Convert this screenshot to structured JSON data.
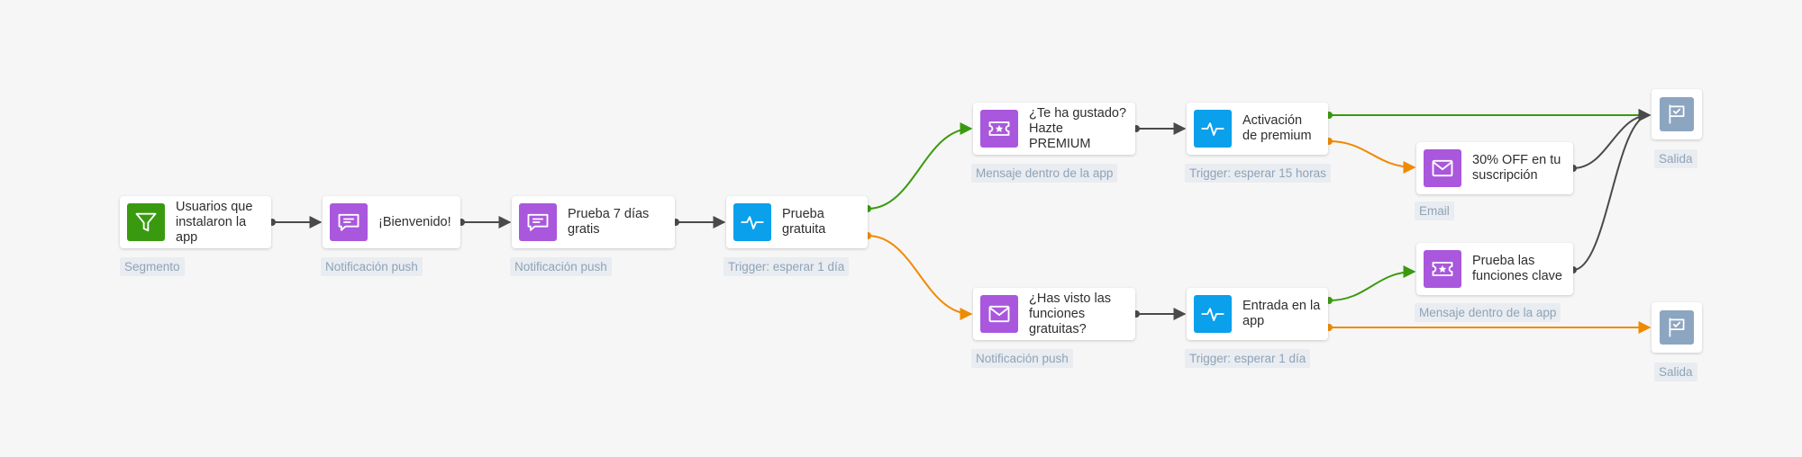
{
  "colors": {
    "segment": "#3a9a0f",
    "message": "#a957dd",
    "trigger": "#0aa0ec",
    "exit": "#8ca5c0",
    "edge_default": "#4a4a4a",
    "edge_yes": "#3a9a0f",
    "edge_no": "#f08a00",
    "canvas": "#f6f6f6"
  },
  "nodes": {
    "segment": {
      "icon": "funnel-icon",
      "label": "Usuarios que\ninstalaron la\napp",
      "caption": "Segmento"
    },
    "welcome": {
      "icon": "chat-icon",
      "label": "¡Bienvenido!",
      "caption": "Notificación push"
    },
    "trial7": {
      "icon": "chat-icon",
      "label": "Prueba 7 días\ngratis",
      "caption": "Notificación push"
    },
    "trial": {
      "icon": "pulse-icon",
      "label": "Prueba\ngratuita",
      "caption": "Trigger: esperar 1 día"
    },
    "liked": {
      "icon": "ticket-star-icon",
      "label": "¿Te ha gustado?\nHazte PREMIUM",
      "caption": "Mensaje dentro de la app"
    },
    "activation": {
      "icon": "pulse-icon",
      "label": "Activación\nde premium",
      "caption": "Trigger: esperar 15 horas"
    },
    "discount": {
      "icon": "envelope-icon",
      "label": "30% OFF en tu\nsuscripción",
      "caption": "Email"
    },
    "seen": {
      "icon": "envelope-icon",
      "label": "¿Has visto las\nfunciones\ngratuitas?",
      "caption": "Notificación push"
    },
    "entry": {
      "icon": "pulse-icon",
      "label": "Entrada en la\napp",
      "caption": "Trigger: esperar 1 día"
    },
    "keyfeat": {
      "icon": "ticket-star-icon",
      "label": "Prueba las\nfunciones clave",
      "caption": "Mensaje dentro de la app"
    },
    "exit1": {
      "icon": "flag-check-icon",
      "caption": "Salida"
    },
    "exit2": {
      "icon": "flag-check-icon",
      "caption": "Salida"
    }
  },
  "edges": [
    {
      "from": "segment",
      "to": "welcome",
      "type": "default"
    },
    {
      "from": "welcome",
      "to": "trial7",
      "type": "default"
    },
    {
      "from": "trial7",
      "to": "trial",
      "type": "default"
    },
    {
      "from": "trial",
      "to": "liked",
      "type": "yes"
    },
    {
      "from": "trial",
      "to": "seen",
      "type": "no"
    },
    {
      "from": "liked",
      "to": "activation",
      "type": "default"
    },
    {
      "from": "activation",
      "to": "exit1",
      "type": "yes"
    },
    {
      "from": "activation",
      "to": "discount",
      "type": "no"
    },
    {
      "from": "discount",
      "to": "exit1",
      "type": "default"
    },
    {
      "from": "seen",
      "to": "entry",
      "type": "default"
    },
    {
      "from": "entry",
      "to": "keyfeat",
      "type": "yes"
    },
    {
      "from": "entry",
      "to": "exit2",
      "type": "no"
    },
    {
      "from": "keyfeat",
      "to": "exit1",
      "type": "default"
    }
  ]
}
